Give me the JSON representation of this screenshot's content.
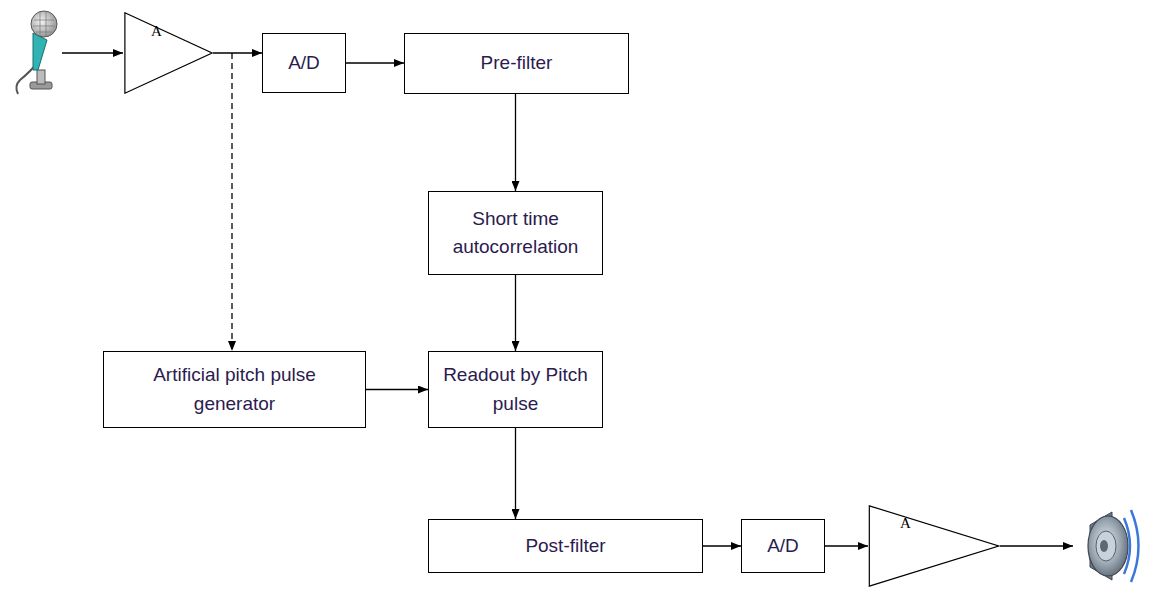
{
  "diagram": {
    "nodes": [
      {
        "text": [
          "A"
        ]
      },
      {
        "text": [
          "A/D"
        ]
      },
      {
        "text": [
          "Pre-filter"
        ]
      },
      {
        "text": [
          "Short time autocorrelation"
        ]
      },
      {
        "text": [
          "Artificial pitch pulse generator"
        ]
      },
      {
        "text": [
          "Readout by Pitch pulse"
        ]
      },
      {
        "text": [
          "Post-filter"
        ]
      },
      {
        "text": [
          "A/D"
        ]
      },
      {
        "text": [
          "A"
        ]
      }
    ],
    "edges": [
      {
        "from": 0,
        "to": 1,
        "arrow": "to"
      },
      {
        "from": 1,
        "to": 2,
        "arrow": "to"
      },
      {
        "from": 2,
        "to": 3,
        "arrow": "to"
      },
      {
        "from": 3,
        "to": 5,
        "arrow": "to"
      },
      {
        "from": 4,
        "to": 5,
        "arrow": "to"
      },
      {
        "from": 5,
        "to": 6,
        "arrow": "to"
      },
      {
        "from": 6,
        "to": 7,
        "arrow": "to"
      },
      {
        "from": 7,
        "to": 8,
        "arrow": "to"
      },
      {
        "from": 0,
        "to": 4,
        "arrow": "to"
      }
    ]
  }
}
